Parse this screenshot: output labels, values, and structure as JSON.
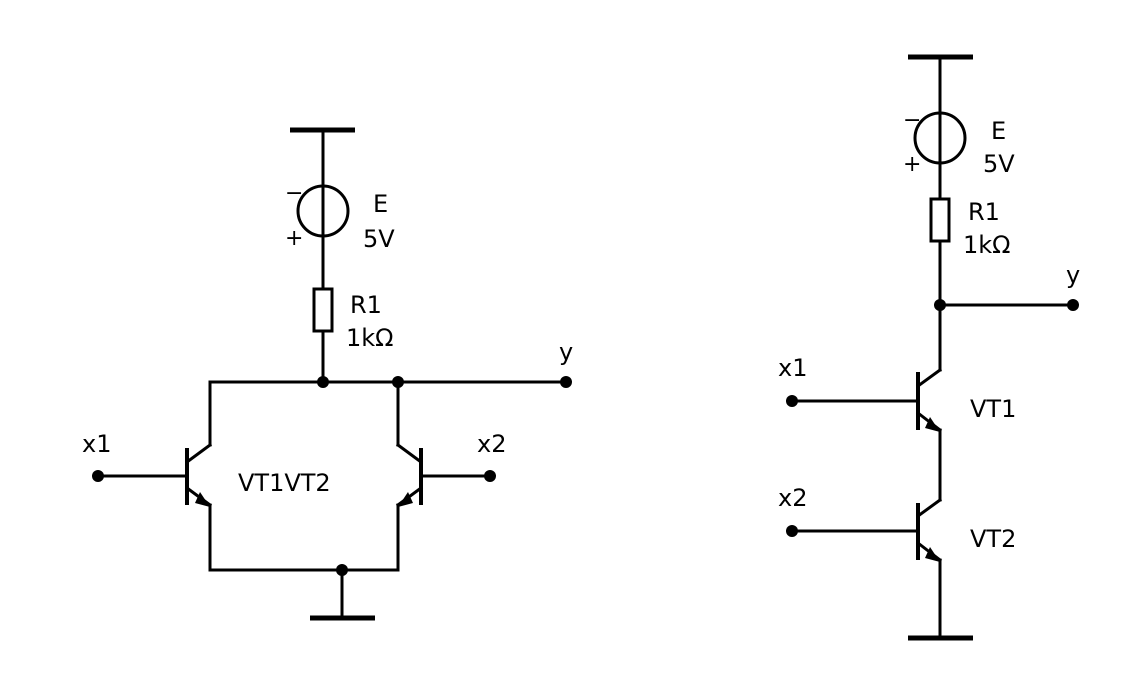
{
  "diagram": {
    "left_circuit": {
      "source": {
        "name": "E",
        "value": "5V",
        "minus": "−",
        "plus": "+"
      },
      "resistor": {
        "name": "R1",
        "value": "1kΩ"
      },
      "output_label": "y",
      "input1_label": "x1",
      "input2_label": "x2",
      "transistors_label": "VT1VT2"
    },
    "right_circuit": {
      "source": {
        "name": "E",
        "value": "5V",
        "minus": "−",
        "plus": "+"
      },
      "resistor": {
        "name": "R1",
        "value": "1kΩ"
      },
      "output_label": "y",
      "input1_label": "x1",
      "input2_label": "x2",
      "transistor1_label": "VT1",
      "transistor2_label": "VT2"
    }
  }
}
